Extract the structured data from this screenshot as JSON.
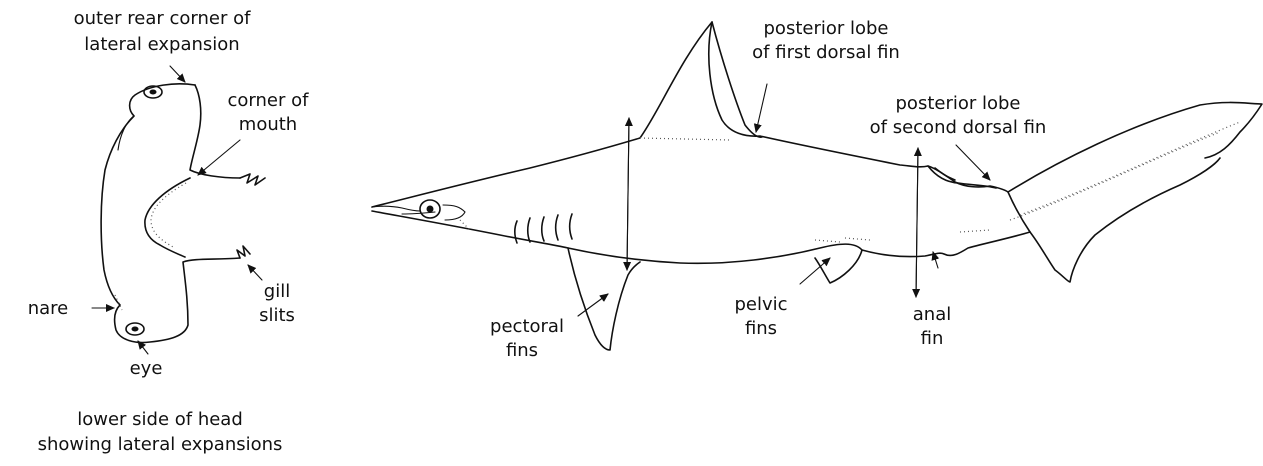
{
  "head_view": {
    "labels": {
      "outer_rear_corner_1": "outer rear corner of",
      "outer_rear_corner_2": "lateral expansion",
      "corner_of_mouth_1": "corner of",
      "corner_of_mouth_2": "mouth",
      "gill_1": "gill",
      "gill_2": "slits",
      "nare": "nare",
      "eye": "eye"
    },
    "caption_1": "lower side of head",
    "caption_2": "showing lateral expansions"
  },
  "side_view": {
    "labels": {
      "first_dorsal_1": "posterior lobe",
      "first_dorsal_2": "of first dorsal fin",
      "second_dorsal_1": "posterior lobe",
      "second_dorsal_2": "of second dorsal fin",
      "pectoral_1": "pectoral",
      "pectoral_2": "fins",
      "pelvic_1": "pelvic",
      "pelvic_2": "fins",
      "anal_1": "anal",
      "anal_2": "fin"
    }
  }
}
